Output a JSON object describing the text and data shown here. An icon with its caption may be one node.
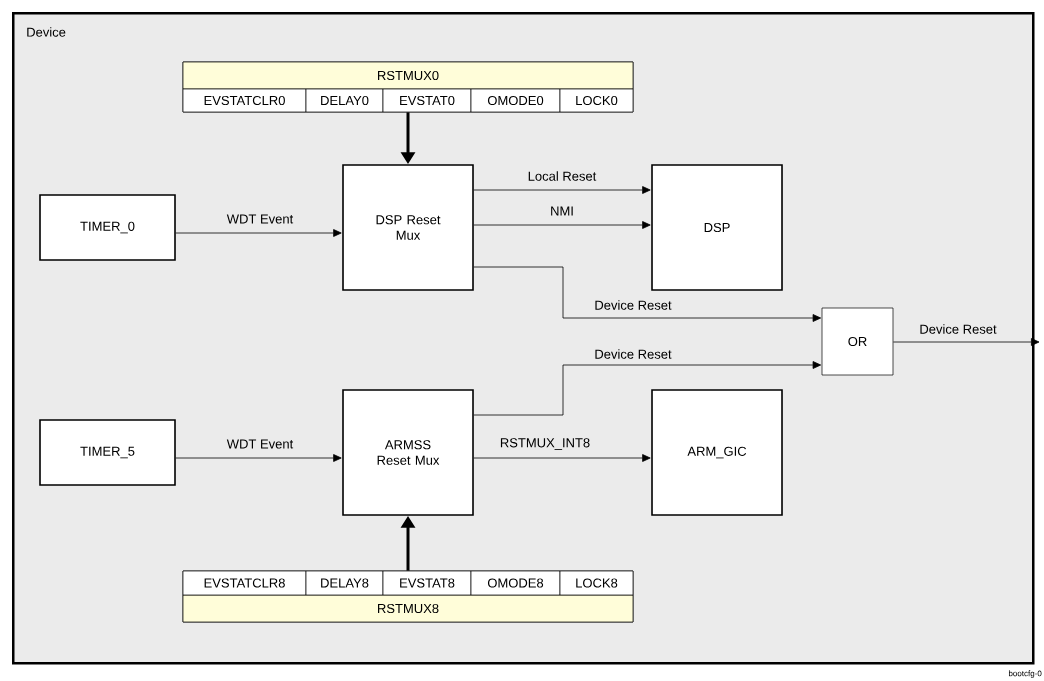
{
  "diagram": {
    "nodes": [
      {
        "text": [
          "Device"
        ]
      },
      {
        "text": [
          "RSTMUX0",
          "EVSTATCLR0",
          "DELAY0",
          "EVSTAT0",
          "OMODE0",
          "LOCK0"
        ],
        "in": 0
      },
      {
        "text": [
          "TIMER_0"
        ],
        "in": 0
      },
      {
        "text": [
          "DSP Reset Mux"
        ],
        "in": 0
      },
      {
        "text": [
          "DSP"
        ],
        "in": 0
      },
      {
        "text": [
          "OR"
        ],
        "in": 0
      },
      {
        "text": [
          "TIMER_5"
        ],
        "in": 0
      },
      {
        "text": [
          "ARMSS Reset Mux"
        ],
        "in": 0
      },
      {
        "text": [
          "ARM_GIC"
        ],
        "in": 0
      },
      {
        "text": [
          "EVSTATCLR8",
          "DELAY8",
          "EVSTAT8",
          "OMODE8",
          "LOCK8",
          "RSTMUX8"
        ],
        "in": 0
      }
    ],
    "edges": [
      {
        "from": 1,
        "to": 3,
        "arrow": "to",
        "style": "thick"
      },
      {
        "from": 2,
        "to": 3,
        "arrow": "to",
        "label": "WDT Event"
      },
      {
        "from": 3,
        "to": 4,
        "arrow": "to",
        "label": "Local Reset"
      },
      {
        "from": 3,
        "to": 4,
        "arrow": "to",
        "label": "NMI"
      },
      {
        "from": 3,
        "to": 5,
        "arrow": "to",
        "label": "Device Reset"
      },
      {
        "from": 7,
        "to": 5,
        "arrow": "to",
        "label": "Device Reset"
      },
      {
        "from": 5,
        "to": null,
        "arrow": "to",
        "label": "Device Reset"
      },
      {
        "from": 6,
        "to": 7,
        "arrow": "to",
        "label": "WDT Event"
      },
      {
        "from": 7,
        "to": 8,
        "arrow": "to",
        "label": "RSTMUX_INT8"
      },
      {
        "from": 9,
        "to": 7,
        "arrow": "to",
        "style": "thick"
      }
    ],
    "labels": [
      "bootcfg-0"
    ]
  }
}
